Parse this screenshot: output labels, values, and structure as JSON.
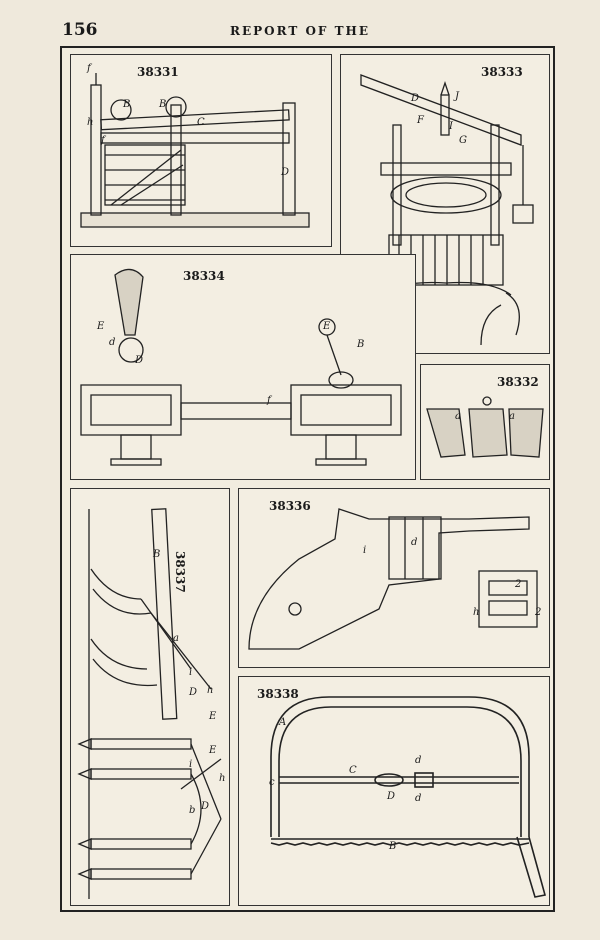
{
  "header": {
    "page_number": "156",
    "running_head": "REPORT OF THE"
  },
  "figures": {
    "f38331": {
      "number": "38331",
      "labels": [
        "f",
        "B",
        "B",
        "h",
        "C",
        "f",
        "D"
      ]
    },
    "f38333": {
      "number": "38333",
      "labels": [
        "D",
        "J",
        "F",
        "I",
        "G"
      ]
    },
    "f38334": {
      "number": "38334",
      "labels": [
        "E",
        "d",
        "D",
        "E",
        "B",
        "f"
      ]
    },
    "f38332": {
      "number": "38332",
      "labels": [
        "a",
        "a"
      ]
    },
    "f38336": {
      "number": "38336",
      "labels": [
        "i",
        "d",
        "2",
        "h",
        "2"
      ]
    },
    "f38337": {
      "number": "38337",
      "labels": [
        "B",
        "a",
        "i",
        "D",
        "E",
        "h",
        "E",
        "h",
        "i",
        "D",
        "b"
      ]
    },
    "f38338": {
      "number": "38338",
      "labels": [
        "A",
        "C",
        "d",
        "D",
        "d",
        "B",
        "c"
      ]
    }
  }
}
